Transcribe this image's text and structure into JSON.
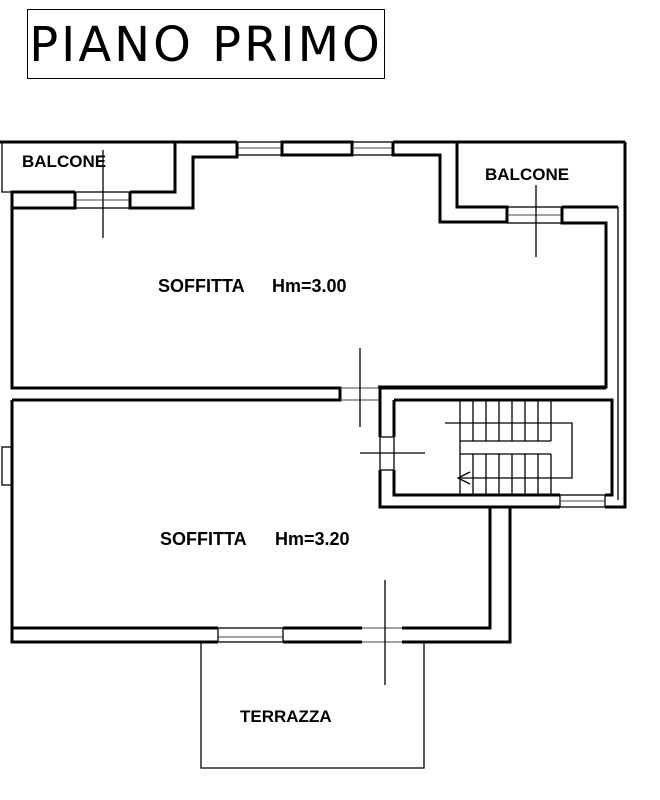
{
  "title": "PIANO PRIMO",
  "rooms": [
    {
      "id": "balcone-left",
      "label": "BALCONE"
    },
    {
      "id": "balcone-right",
      "label": "BALCONE"
    },
    {
      "id": "soffitta-upper",
      "label": "SOFFITTA",
      "height_label": "Hm=3.00"
    },
    {
      "id": "soffitta-lower",
      "label": "SOFFITTA",
      "height_label": "Hm=3.20"
    },
    {
      "id": "terrazza",
      "label": "TERRAZZA"
    }
  ],
  "colors": {
    "line": "#000000",
    "background": "#ffffff"
  }
}
